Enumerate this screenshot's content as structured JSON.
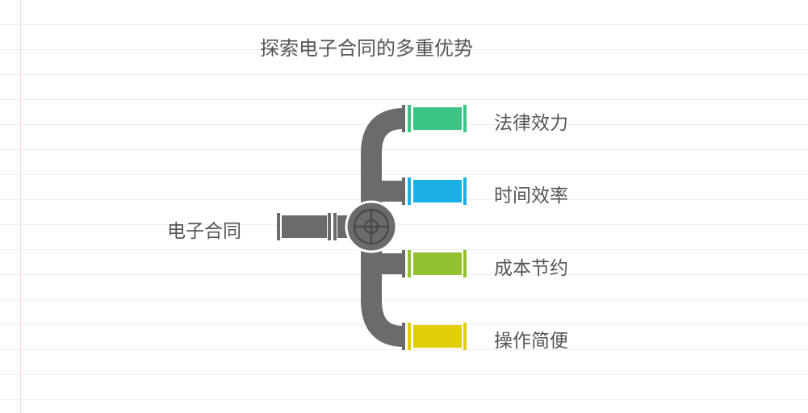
{
  "title": "探索电子合同的多重优势",
  "source": {
    "label": "电子合同"
  },
  "branches": [
    {
      "label": "法律效力",
      "color": "#3cc485"
    },
    {
      "label": "时间效率",
      "color": "#1ab0e4"
    },
    {
      "label": "成本节约",
      "color": "#93c030"
    },
    {
      "label": "操作简便",
      "color": "#e2ce06"
    }
  ],
  "pipe_color": "#6b6b6b"
}
